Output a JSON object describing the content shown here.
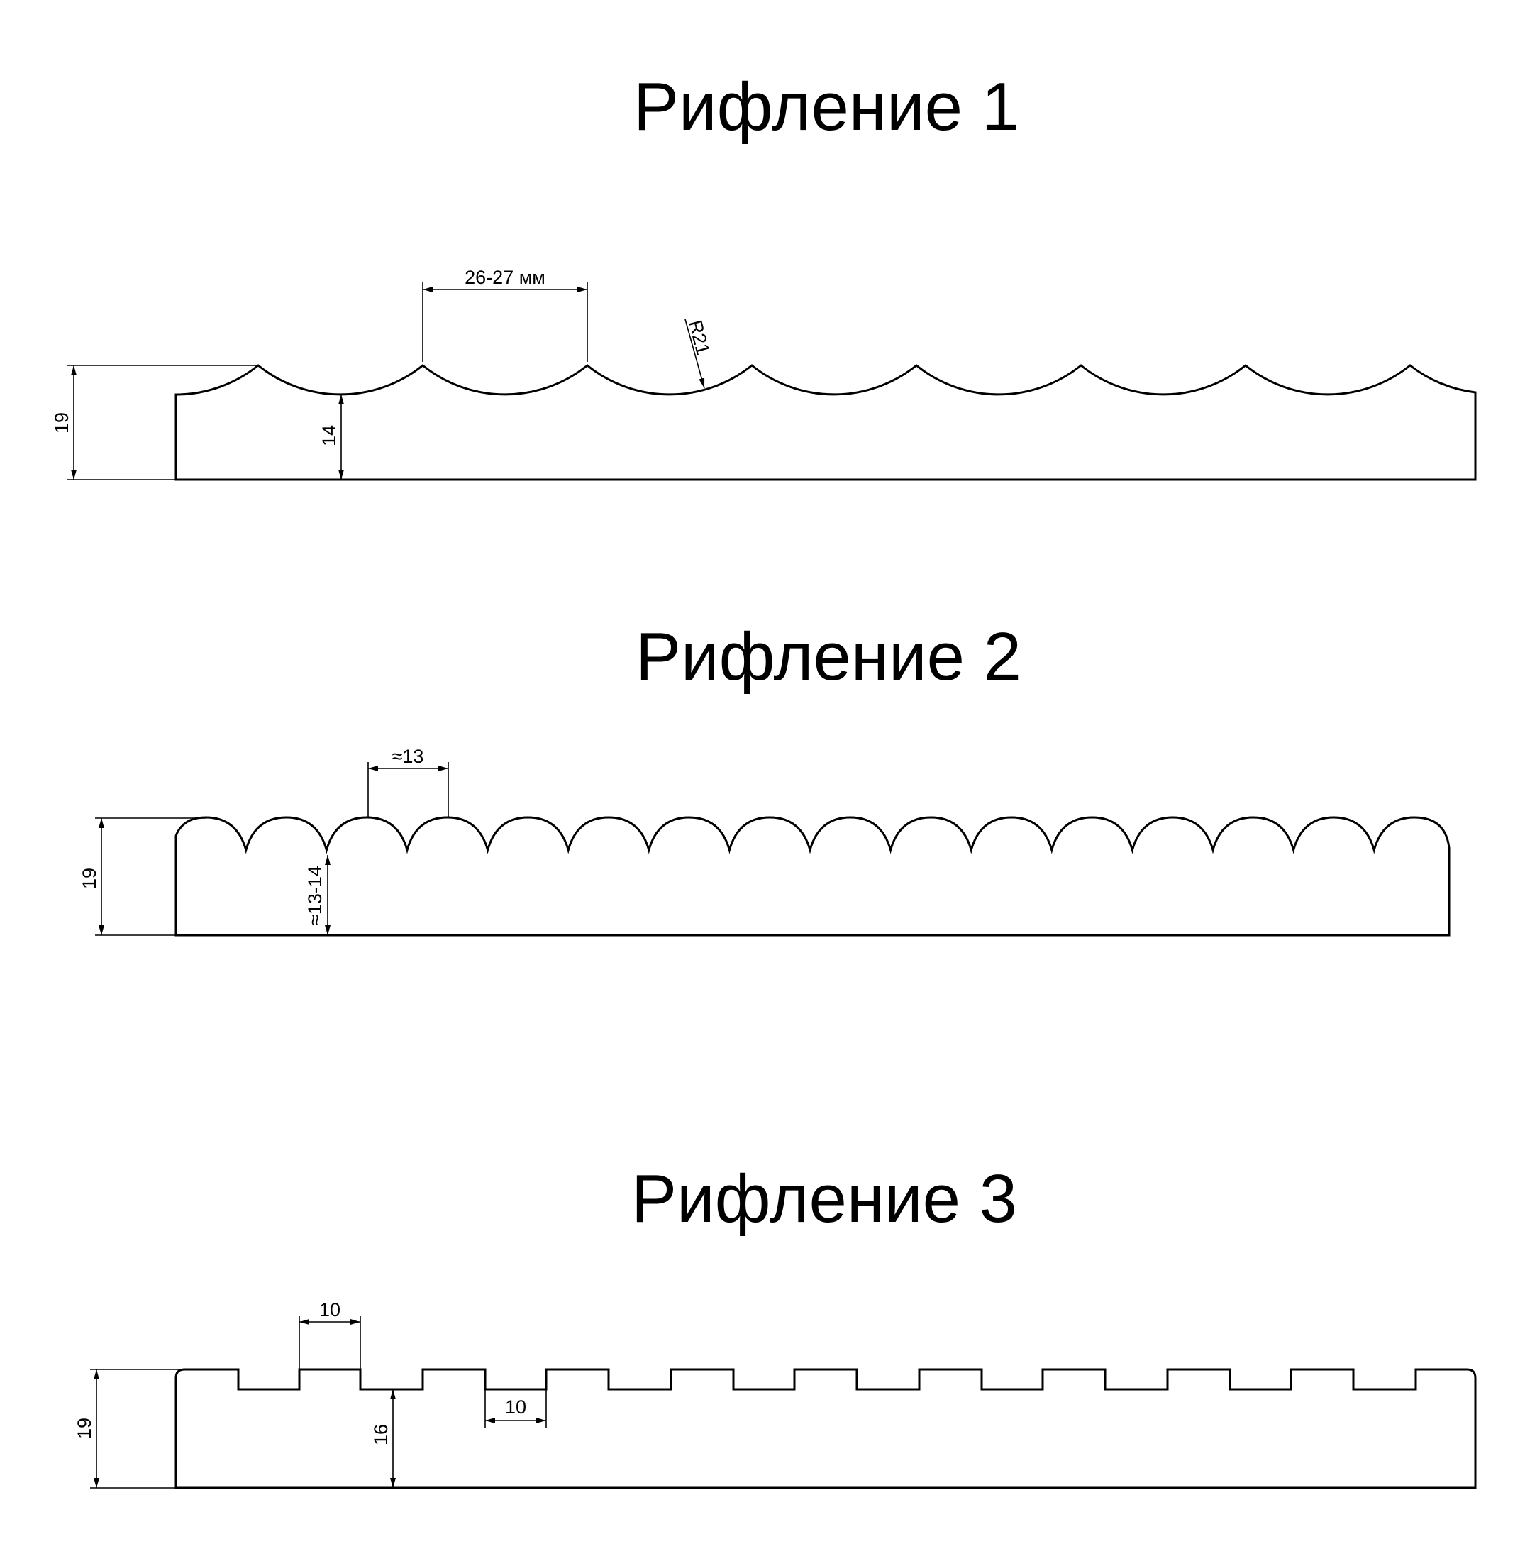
{
  "sections": [
    {
      "title": "Рифление 1",
      "dimensions": {
        "total_height": "19",
        "base_height": "14",
        "pitch": "26-27 мм",
        "radius": "R21"
      }
    },
    {
      "title": "Рифление 2",
      "dimensions": {
        "total_height": "19",
        "base_height": "≈13-14",
        "pitch": "≈13"
      }
    },
    {
      "title": "Рифление 3",
      "dimensions": {
        "total_height": "19",
        "base_height": "16",
        "ridge_width": "10",
        "groove_width": "10"
      }
    }
  ],
  "colors": {
    "line": "#000000",
    "background": "#ffffff"
  }
}
